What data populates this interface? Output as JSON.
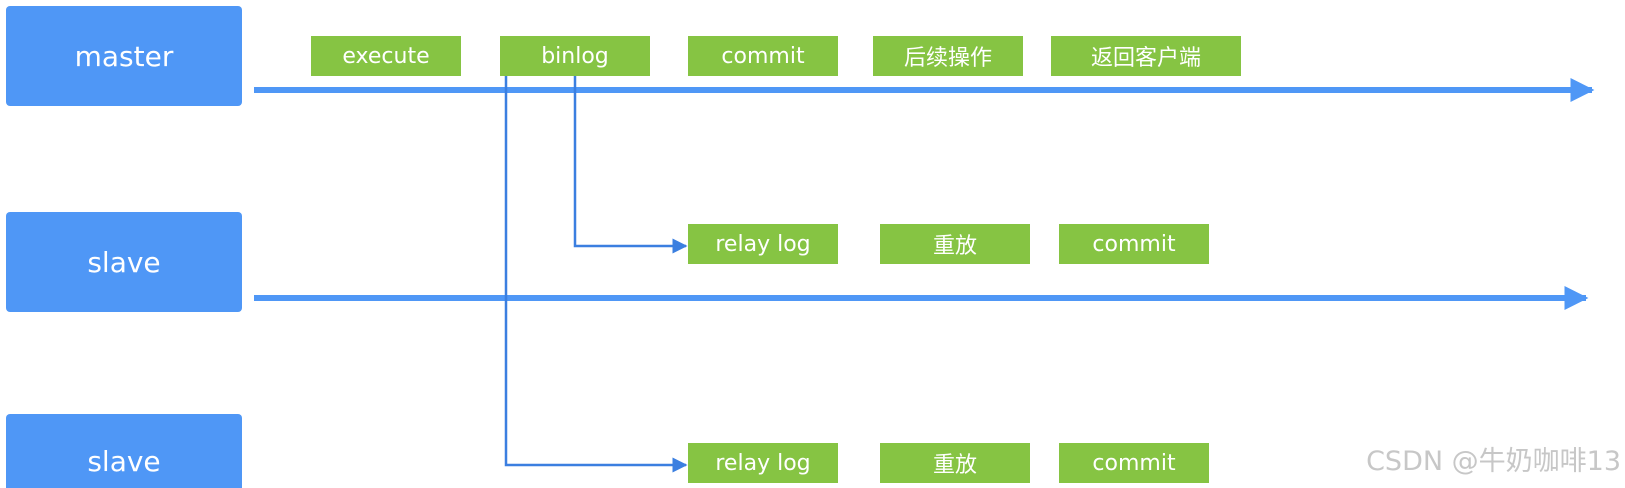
{
  "colors": {
    "node_fill": "#4f97f6",
    "step_fill": "#86c443",
    "line": "#4f97f6",
    "connector": "#3b7fe0"
  },
  "nodes": {
    "master": "master",
    "slave1": "slave",
    "slave2": "slave"
  },
  "master_steps": [
    "execute",
    "binlog",
    "commit",
    "后续操作",
    "返回客户端"
  ],
  "slave1_steps": [
    "relay log",
    "重放",
    "commit"
  ],
  "slave2_steps": [
    "relay log",
    "重放",
    "commit"
  ],
  "watermark": "CSDN @牛奶咖啡13"
}
